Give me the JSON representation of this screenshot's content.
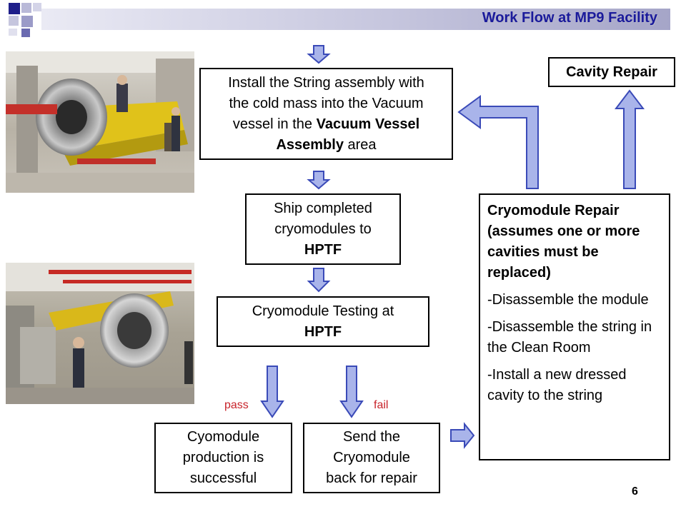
{
  "header": {
    "title": "Work Flow at MP9 Facility",
    "accent_color": "#1a1a9c"
  },
  "boxes": {
    "install": {
      "line1": "Install the String assembly with",
      "line2": "the cold mass into the Vacuum",
      "line3_pre": "vessel in the ",
      "line3_bold": "Vacuum Vessel",
      "line4_bold": "Assembly",
      "line4_post": " area"
    },
    "ship": {
      "line1": "Ship completed",
      "line2": "cryomodules to",
      "line3_bold": "HPTF"
    },
    "testing": {
      "line1": "Cryomodule Testing at",
      "line2_bold": "HPTF"
    },
    "success": {
      "line1": "Cyomodule",
      "line2": "production is",
      "line3": "successful"
    },
    "send_back": {
      "line1": "Send the",
      "line2": "Cryomodule",
      "line3": "back for repair"
    },
    "cavity_repair": "Cavity Repair",
    "cryomodule_repair": {
      "heading": "Cryomodule Repair (assumes one or more cavities must be replaced)",
      "steps": [
        "-Disassemble the module",
        "-Disassemble the string in the Clean Room",
        "-Install a new dressed cavity to the string"
      ]
    }
  },
  "labels": {
    "pass": "pass",
    "fail": "fail"
  },
  "page_number": "6",
  "colors": {
    "arrow_fill": "#a9b4ea",
    "arrow_stroke": "#3a4ab8",
    "label_red": "#c8242b"
  },
  "icons": {
    "photo_top": "cryomodule-assembly-photo",
    "photo_bottom": "vacuum-vessel-photo"
  }
}
